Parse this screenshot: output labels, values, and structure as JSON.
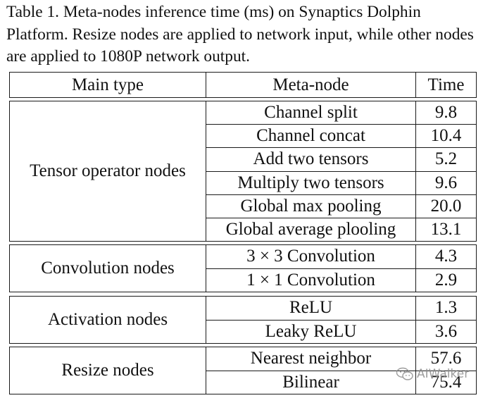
{
  "caption": "Table 1. Meta-nodes inference time (ms) on Synaptics Dolphin Platform. Resize nodes are applied to network input, while other nodes are applied to 1080P network output.",
  "headers": {
    "main_type": "Main type",
    "meta_node": "Meta-node",
    "time": "Time"
  },
  "groups": [
    {
      "main_type": "Tensor operator nodes",
      "rows": [
        {
          "meta_node": "Channel split",
          "time": "9.8"
        },
        {
          "meta_node": "Channel concat",
          "time": "10.4"
        },
        {
          "meta_node": "Add two tensors",
          "time": "5.2"
        },
        {
          "meta_node": "Multiply two tensors",
          "time": "9.6"
        },
        {
          "meta_node": "Global max pooling",
          "time": "20.0"
        },
        {
          "meta_node": "Global average plooling",
          "time": "13.1"
        }
      ]
    },
    {
      "main_type": "Convolution nodes",
      "rows": [
        {
          "meta_node": "3 × 3 Convolution",
          "time": "4.3"
        },
        {
          "meta_node": "1 × 1 Convolution",
          "time": "2.9"
        }
      ]
    },
    {
      "main_type": "Activation nodes",
      "rows": [
        {
          "meta_node": "ReLU",
          "time": "1.3"
        },
        {
          "meta_node": "Leaky ReLU",
          "time": "3.6"
        }
      ]
    },
    {
      "main_type": "Resize nodes",
      "rows": [
        {
          "meta_node": "Nearest neighbor",
          "time": "57.6"
        },
        {
          "meta_node": "Bilinear",
          "time": "75.4"
        }
      ]
    }
  ],
  "watermark": {
    "icon": "wechat-icon",
    "text": "AIWalker"
  }
}
